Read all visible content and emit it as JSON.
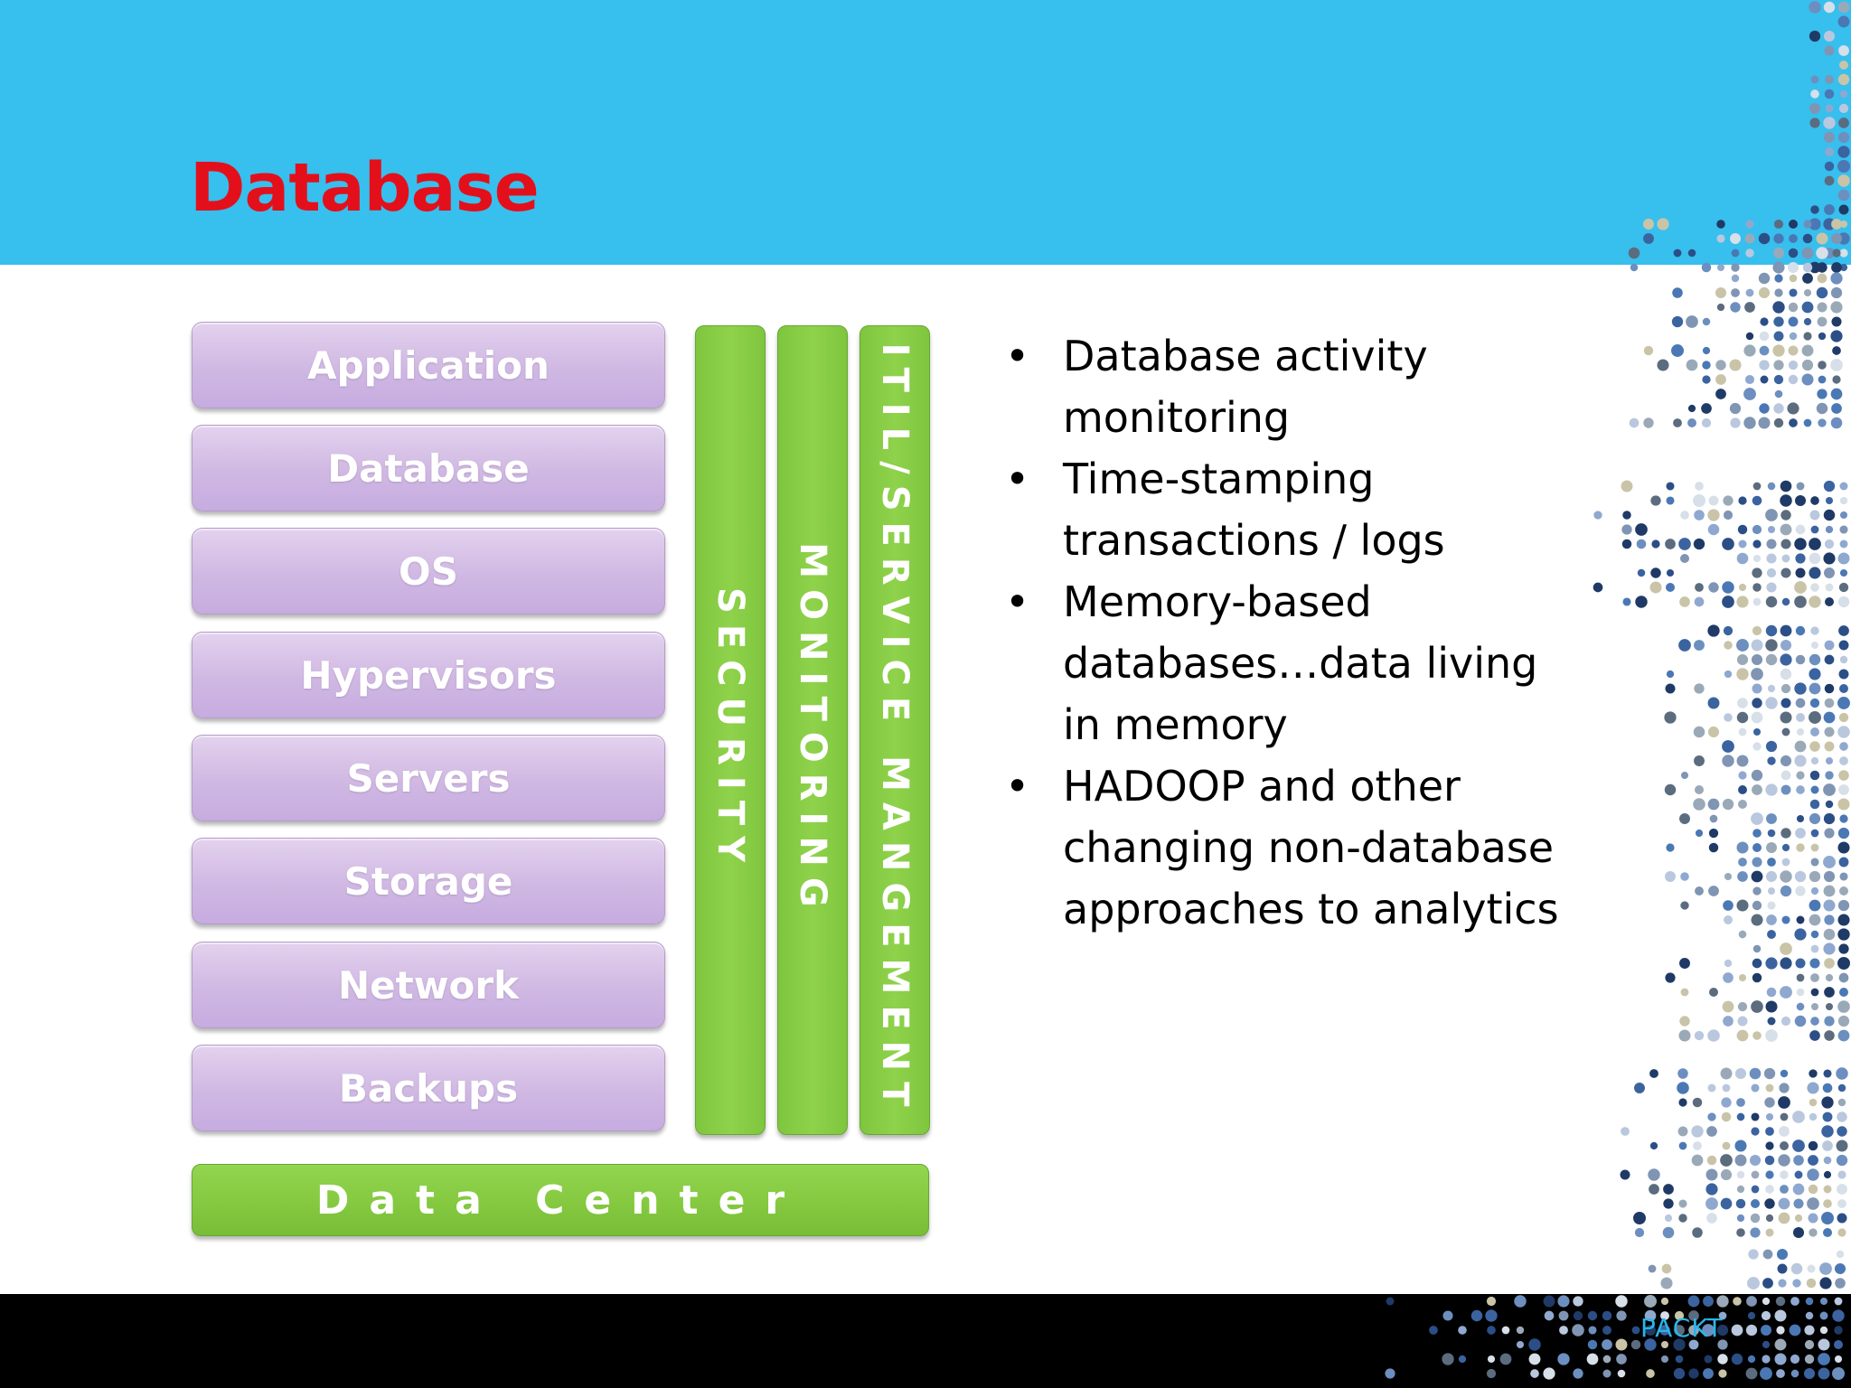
{
  "slide": {
    "title": "Database",
    "brand": "PACKT"
  },
  "stack": {
    "layers": [
      {
        "label": "Application",
        "active": false
      },
      {
        "label": "Database",
        "active": true
      },
      {
        "label": "OS",
        "active": false
      },
      {
        "label": "Hypervisors",
        "active": false
      },
      {
        "label": "Servers",
        "active": false
      },
      {
        "label": "Storage",
        "active": false
      },
      {
        "label": "Network",
        "active": false
      },
      {
        "label": "Backups",
        "active": false
      }
    ],
    "pillars": [
      {
        "label": "SECURITY"
      },
      {
        "label": "MONITORING"
      },
      {
        "label": "ITIL/SERVICE MANGEMENT"
      }
    ],
    "base_label": "Data Center"
  },
  "bullets": [
    "Database activity monitoring",
    "Time-stamping transactions / logs",
    "Memory-based databases…data living in memory",
    "HADOOP and other changing non-database approaches to analytics"
  ],
  "colors": {
    "header": "#37bfee",
    "title": "#e3101b",
    "layer": "#d2bbe5",
    "layer_active": "#8842a2",
    "pillar": "#8bd04a",
    "footer": "#000000"
  }
}
